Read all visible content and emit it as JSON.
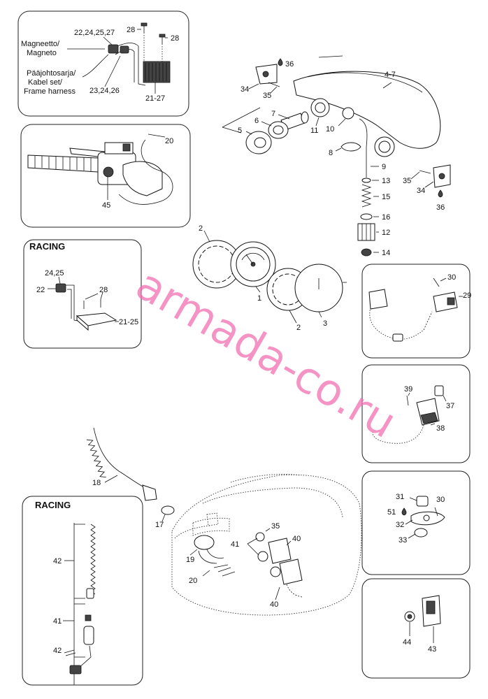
{
  "watermark": "armada-co.ru",
  "boxes": {
    "magneto": {
      "labels": {
        "magneto": [
          "Magneetto/",
          "Magneto"
        ],
        "harness": [
          "Pääjohtosarja/",
          "Kabel set/",
          "Frame harness"
        ],
        "n_22_27": "22,24,25,27",
        "n_23_26": "23,24,26",
        "n_28a": "28",
        "n_28b": "28",
        "n_21_27": "21-27"
      }
    },
    "handlebar": {
      "n_20": "20",
      "n_45": "45"
    },
    "racing_top": {
      "title": "RACING",
      "n_24_25": "24,25",
      "n_22": "22",
      "n_28": "28",
      "n_21_25": "21-25"
    },
    "box_29_30": {
      "n_30": "30",
      "n_29": "29"
    },
    "box_37_39": {
      "n_39": "39",
      "n_37": "37",
      "n_38": "38"
    },
    "box_30_33": {
      "n_31": "31",
      "n_30": "30",
      "n_51": "51",
      "n_32": "32",
      "n_33": "33"
    },
    "box_43_44": {
      "n_44": "44",
      "n_43": "43"
    },
    "racing_bottom": {
      "title": "RACING",
      "n_42a": "42",
      "n_41": "41",
      "n_42b": "42"
    }
  },
  "headlight": {
    "n_4_7": "4-7",
    "n_36a": "36",
    "n_34a": "34",
    "n_35a": "35",
    "n_7": "7",
    "n_6": "6",
    "n_5": "5",
    "n_11": "11",
    "n_10": "10",
    "n_8": "8",
    "n_9": "9",
    "n_13": "13",
    "n_15": "15",
    "n_16": "16",
    "n_12": "12",
    "n_14": "14",
    "n_35b": "35",
    "n_34b": "34",
    "n_36b": "36"
  },
  "gauge": {
    "n_2a": "2",
    "n_1": "1",
    "n_2b": "2",
    "n_3": "3"
  },
  "console": {
    "n_18": "18",
    "n_17": "17",
    "n_19": "19",
    "n_20": "20",
    "n_35": "35",
    "n_41": "41",
    "n_40a": "40",
    "n_40b": "40"
  }
}
